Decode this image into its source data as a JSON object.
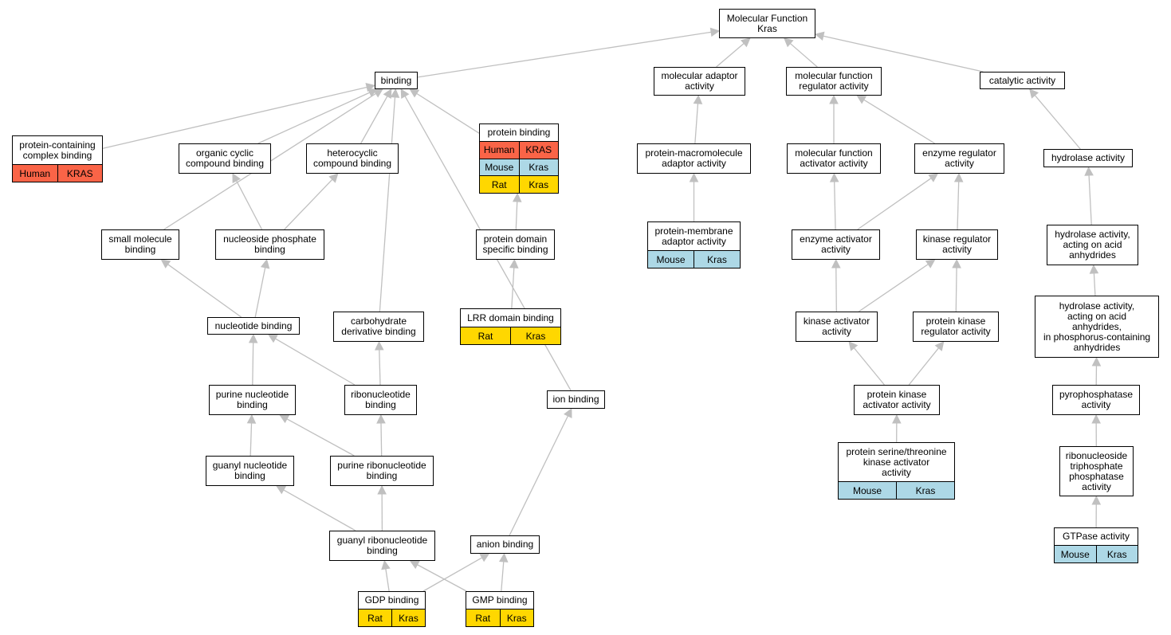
{
  "nodes": {
    "mf_root": {
      "label": "Molecular Function\nKras"
    },
    "binding": {
      "label": "binding"
    },
    "mol_adaptor": {
      "label": "molecular adaptor\nactivity"
    },
    "mf_regulator": {
      "label": "molecular function\nregulator activity"
    },
    "catalytic": {
      "label": "catalytic activity"
    },
    "complex_binding": {
      "label": "protein-containing\ncomplex binding",
      "species": "Human",
      "gene": "KRAS"
    },
    "organic_cyclic": {
      "label": "organic cyclic\ncompound binding"
    },
    "heterocyclic": {
      "label": "heterocyclic\ncompound binding"
    },
    "protein_binding": {
      "label": "protein binding",
      "rows": [
        {
          "species": "Human",
          "gene": "KRAS"
        },
        {
          "species": "Mouse",
          "gene": "Kras"
        },
        {
          "species": "Rat",
          "gene": "Kras"
        }
      ]
    },
    "prot_macromol": {
      "label": "protein-macromolecule\nadaptor activity"
    },
    "mf_activator": {
      "label": "molecular function\nactivator activity"
    },
    "enzyme_regulator": {
      "label": "enzyme regulator\nactivity"
    },
    "hydrolase": {
      "label": "hydrolase activity"
    },
    "small_molecule": {
      "label": "small molecule\nbinding"
    },
    "nucleoside_phosphate": {
      "label": "nucleoside phosphate\nbinding"
    },
    "protein_domain": {
      "label": "protein domain\nspecific binding"
    },
    "prot_membrane": {
      "label": "protein-membrane\nadaptor activity",
      "species": "Mouse",
      "gene": "Kras"
    },
    "enzyme_activator": {
      "label": "enzyme activator\nactivity"
    },
    "kinase_regulator": {
      "label": "kinase regulator\nactivity"
    },
    "hydrolase_acid": {
      "label": "hydrolase activity,\nacting on acid\nanhydrides"
    },
    "nucleotide": {
      "label": "nucleotide binding"
    },
    "carbohydrate": {
      "label": "carbohydrate\nderivative binding"
    },
    "lrr": {
      "label": "LRR domain binding",
      "species": "Rat",
      "gene": "Kras"
    },
    "kinase_activator": {
      "label": "kinase activator\nactivity"
    },
    "protein_kinase_reg": {
      "label": "protein kinase\nregulator activity"
    },
    "hydrolase_phos": {
      "label": "hydrolase activity,\nacting on acid\nanhydrides,\nin phosphorus-containing\nanhydrides"
    },
    "purine_nucleotide": {
      "label": "purine nucleotide\nbinding"
    },
    "ribonucleotide": {
      "label": "ribonucleotide\nbinding"
    },
    "ion": {
      "label": "ion binding"
    },
    "pk_activator": {
      "label": "protein kinase\nactivator activity"
    },
    "pyrophosphatase": {
      "label": "pyrophosphatase\nactivity"
    },
    "ser_thr": {
      "label": "protein serine/threonine\nkinase activator\nactivity",
      "species": "Mouse",
      "gene": "Kras"
    },
    "guanyl_nucleotide": {
      "label": "guanyl nucleotide\nbinding"
    },
    "purine_ribonucleotide": {
      "label": "purine ribonucleotide\nbinding"
    },
    "ntp_phosphatase": {
      "label": "ribonucleoside\ntriphosphate\nphosphatase\nactivity"
    },
    "guanyl_ribonucleotide": {
      "label": "guanyl ribonucleotide\nbinding"
    },
    "anion": {
      "label": "anion binding"
    },
    "gtpase": {
      "label": "GTPase activity",
      "species": "Mouse",
      "gene": "Kras"
    },
    "gdp": {
      "label": "GDP binding",
      "species": "Rat",
      "gene": "Kras"
    },
    "gmp": {
      "label": "GMP binding",
      "species": "Rat",
      "gene": "Kras"
    }
  },
  "edges": [
    [
      "binding",
      "mf_root"
    ],
    [
      "mol_adaptor",
      "mf_root"
    ],
    [
      "mf_regulator",
      "mf_root"
    ],
    [
      "catalytic",
      "mf_root"
    ],
    [
      "complex_binding",
      "binding"
    ],
    [
      "small_molecule",
      "binding"
    ],
    [
      "organic_cyclic",
      "binding"
    ],
    [
      "heterocyclic",
      "binding"
    ],
    [
      "carbohydrate",
      "binding"
    ],
    [
      "protein_binding",
      "binding"
    ],
    [
      "ion",
      "binding"
    ],
    [
      "prot_macromol",
      "mol_adaptor"
    ],
    [
      "mf_activator",
      "mf_regulator"
    ],
    [
      "enzyme_regulator",
      "mf_regulator"
    ],
    [
      "hydrolase",
      "catalytic"
    ],
    [
      "nucleoside_phosphate",
      "organic_cyclic"
    ],
    [
      "nucleoside_phosphate",
      "heterocyclic"
    ],
    [
      "protein_domain",
      "protein_binding"
    ],
    [
      "prot_membrane",
      "prot_macromol"
    ],
    [
      "enzyme_activator",
      "mf_activator"
    ],
    [
      "enzyme_activator",
      "enzyme_regulator"
    ],
    [
      "kinase_regulator",
      "enzyme_regulator"
    ],
    [
      "hydrolase_acid",
      "hydrolase"
    ],
    [
      "nucleotide",
      "small_molecule"
    ],
    [
      "nucleotide",
      "nucleoside_phosphate"
    ],
    [
      "lrr",
      "protein_domain"
    ],
    [
      "kinase_activator",
      "enzyme_activator"
    ],
    [
      "kinase_activator",
      "kinase_regulator"
    ],
    [
      "protein_kinase_reg",
      "kinase_regulator"
    ],
    [
      "hydrolase_phos",
      "hydrolase_acid"
    ],
    [
      "purine_nucleotide",
      "nucleotide"
    ],
    [
      "ribonucleotide",
      "nucleotide"
    ],
    [
      "ribonucleotide",
      "carbohydrate"
    ],
    [
      "pk_activator",
      "kinase_activator"
    ],
    [
      "pk_activator",
      "protein_kinase_reg"
    ],
    [
      "pyrophosphatase",
      "hydrolase_phos"
    ],
    [
      "ser_thr",
      "pk_activator"
    ],
    [
      "guanyl_nucleotide",
      "purine_nucleotide"
    ],
    [
      "purine_ribonucleotide",
      "purine_nucleotide"
    ],
    [
      "purine_ribonucleotide",
      "ribonucleotide"
    ],
    [
      "ntp_phosphatase",
      "pyrophosphatase"
    ],
    [
      "guanyl_ribonucleotide",
      "guanyl_nucleotide"
    ],
    [
      "guanyl_ribonucleotide",
      "purine_ribonucleotide"
    ],
    [
      "anion",
      "ion"
    ],
    [
      "gtpase",
      "ntp_phosphatase"
    ],
    [
      "gdp",
      "guanyl_ribonucleotide"
    ],
    [
      "gdp",
      "anion"
    ],
    [
      "gmp",
      "guanyl_ribonucleotide"
    ],
    [
      "gmp",
      "anion"
    ]
  ],
  "colors": {
    "edge": "#c0c0c0",
    "human": "#fa6447",
    "mouse": "#add8e6",
    "rat": "#ffd700"
  }
}
